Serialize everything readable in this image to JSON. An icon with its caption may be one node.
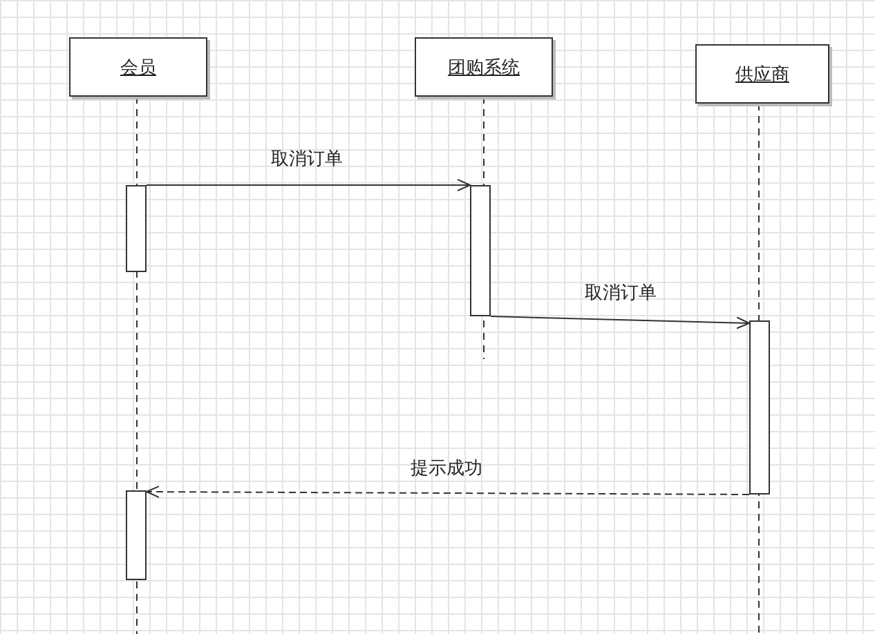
{
  "diagram": {
    "nodes": [
      {
        "text": [
          "会员"
        ]
      },
      {
        "text": [
          "团购系统"
        ]
      },
      {
        "text": [
          "供应商"
        ]
      },
      {
        "text": [],
        "shape": "bar"
      },
      {
        "text": [],
        "shape": "bar"
      },
      {
        "text": [],
        "shape": "bar"
      },
      {
        "text": [],
        "shape": "bar"
      }
    ],
    "edges": [
      {
        "from": 3,
        "to": 4,
        "arrow": "to",
        "label": "取消订单"
      },
      {
        "from": 4,
        "to": 5,
        "arrow": "to",
        "label": "取消订单"
      },
      {
        "from": 5,
        "to": 6,
        "arrow": "to",
        "label": "提示成功",
        "style": "dashed"
      }
    ]
  }
}
